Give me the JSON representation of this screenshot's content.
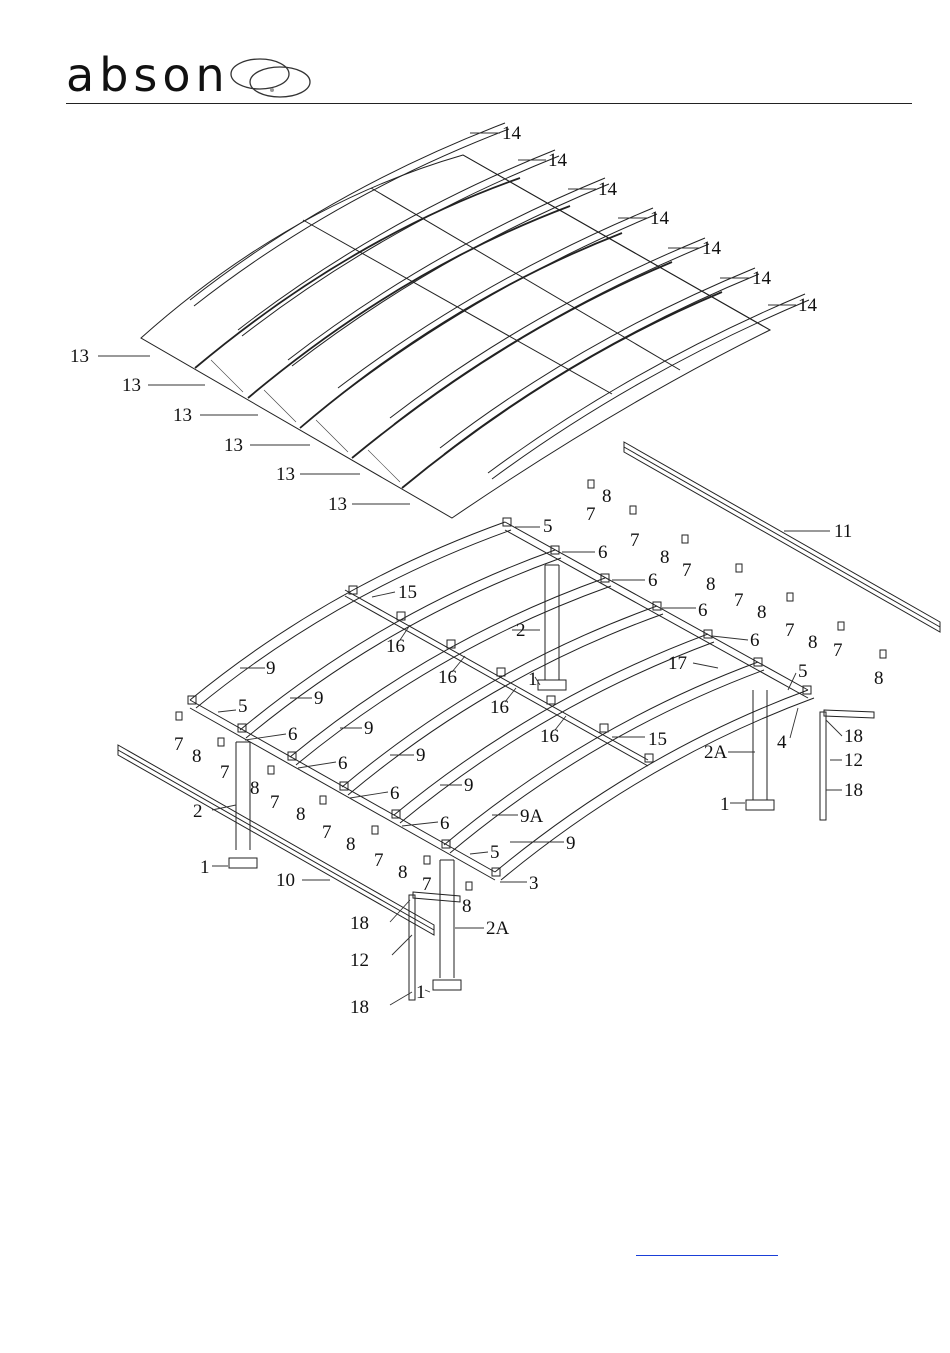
{
  "brand": {
    "name": "abson",
    "rule_color": "#222222"
  },
  "link_color": "#1a3fd8",
  "part_labels": {
    "p1": "1",
    "p2": "2",
    "p2a": "2A",
    "p3": "3",
    "p4": "4",
    "p5": "5",
    "p6": "6",
    "p7": "7",
    "p8": "8",
    "p9": "9",
    "p9a": "9A",
    "p10": "10",
    "p11": "11",
    "p12": "12",
    "p13": "13",
    "p14": "14",
    "p15": "15",
    "p16": "16",
    "p17": "17",
    "p18": "18"
  }
}
